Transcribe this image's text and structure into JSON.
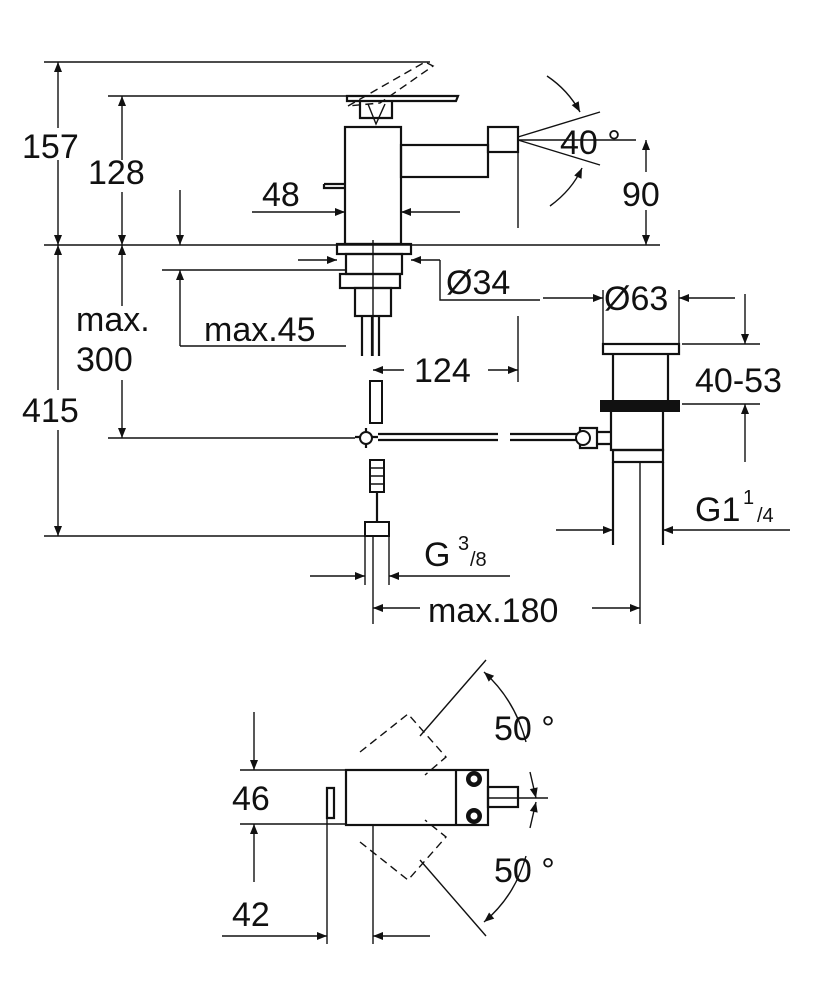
{
  "labels": {
    "d157": "157",
    "d128": "128",
    "d48": "48",
    "d40deg": "40 °",
    "d90": "90",
    "d34": "Ø34",
    "d63": "Ø63",
    "max": "max.",
    "d300": "300",
    "max45": "max.45",
    "d124": "124",
    "d4053": "40-53",
    "d415": "415",
    "g1": "G1",
    "g1_sup": "1",
    "g1_sub": "/4",
    "g38": "G",
    "g38_sup": "3",
    "g38_sub": "/8",
    "max180": "max.180",
    "d50a": "50 °",
    "d46": "46",
    "d50b": "50 °",
    "d42": "42"
  }
}
